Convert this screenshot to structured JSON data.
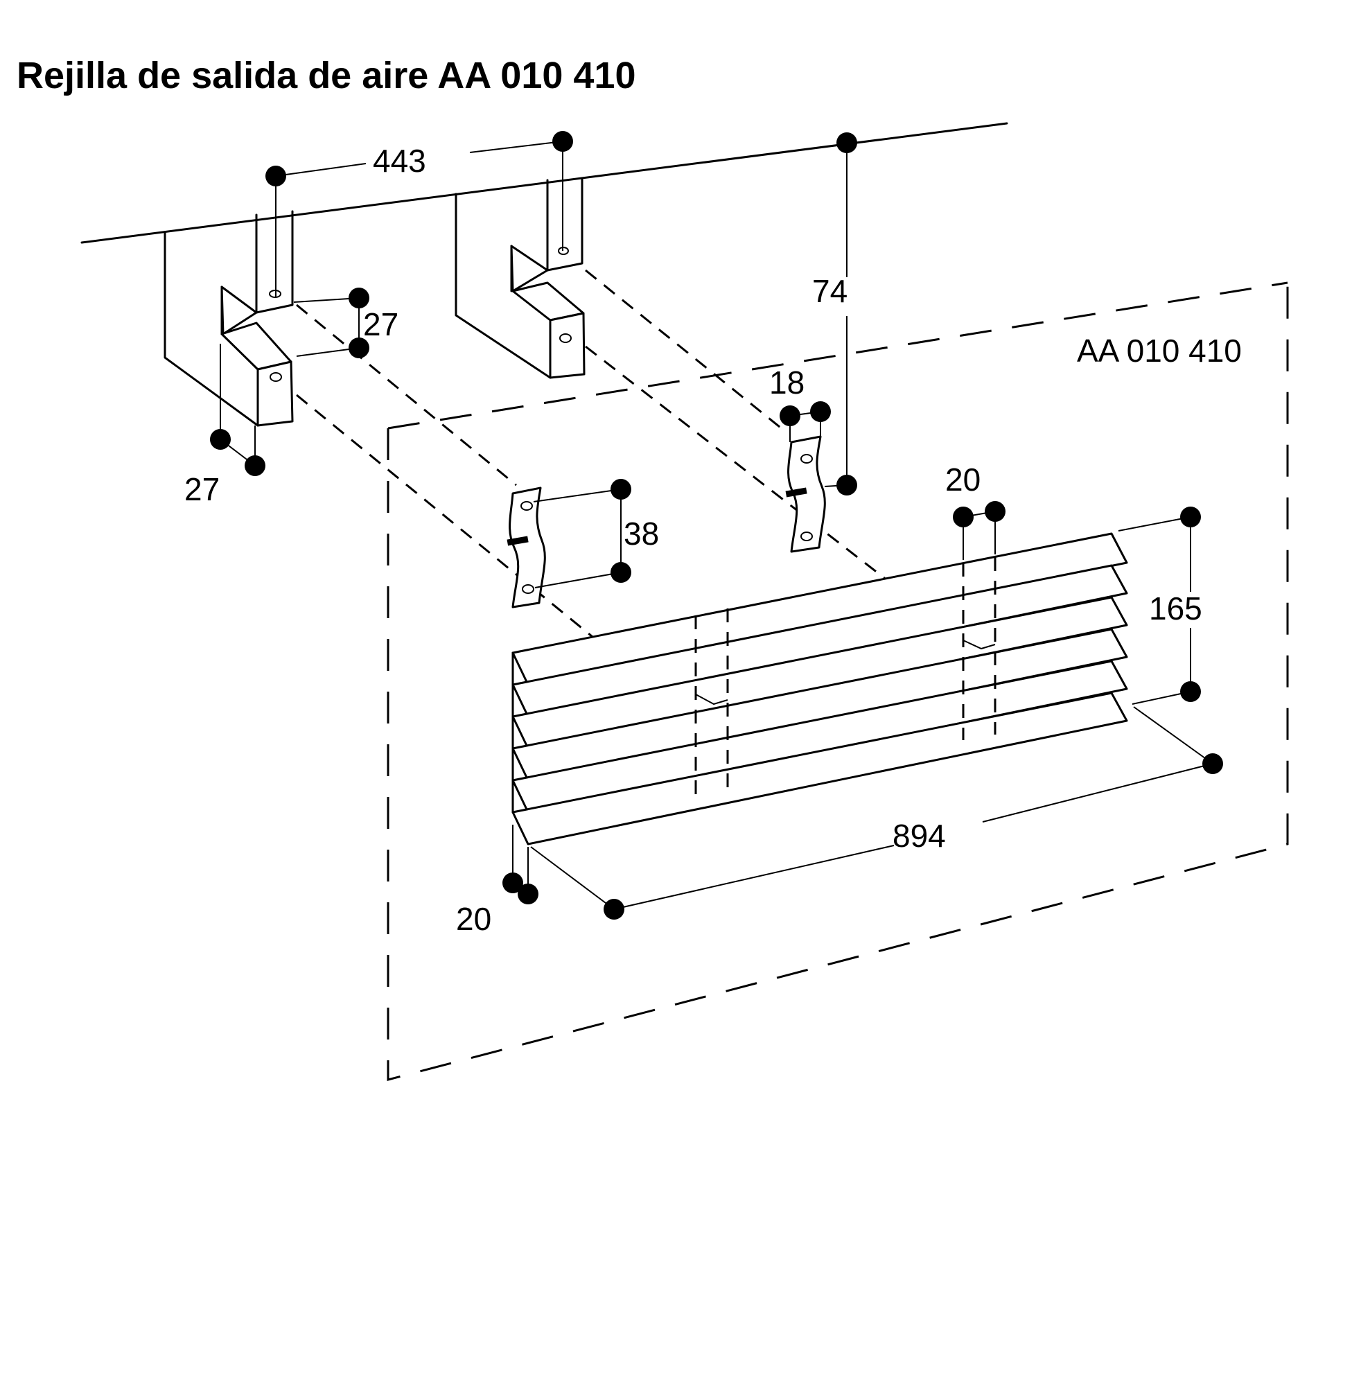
{
  "title": "Rejilla de salida de aire AA 010 410",
  "model_label": "AA 010 410",
  "dimensions": {
    "d443": "443",
    "d74": "74",
    "d27a": "27",
    "d27b": "27",
    "d18": "18",
    "d38": "38",
    "d20a": "20",
    "d165": "165",
    "d894": "894",
    "d20b": "20"
  }
}
